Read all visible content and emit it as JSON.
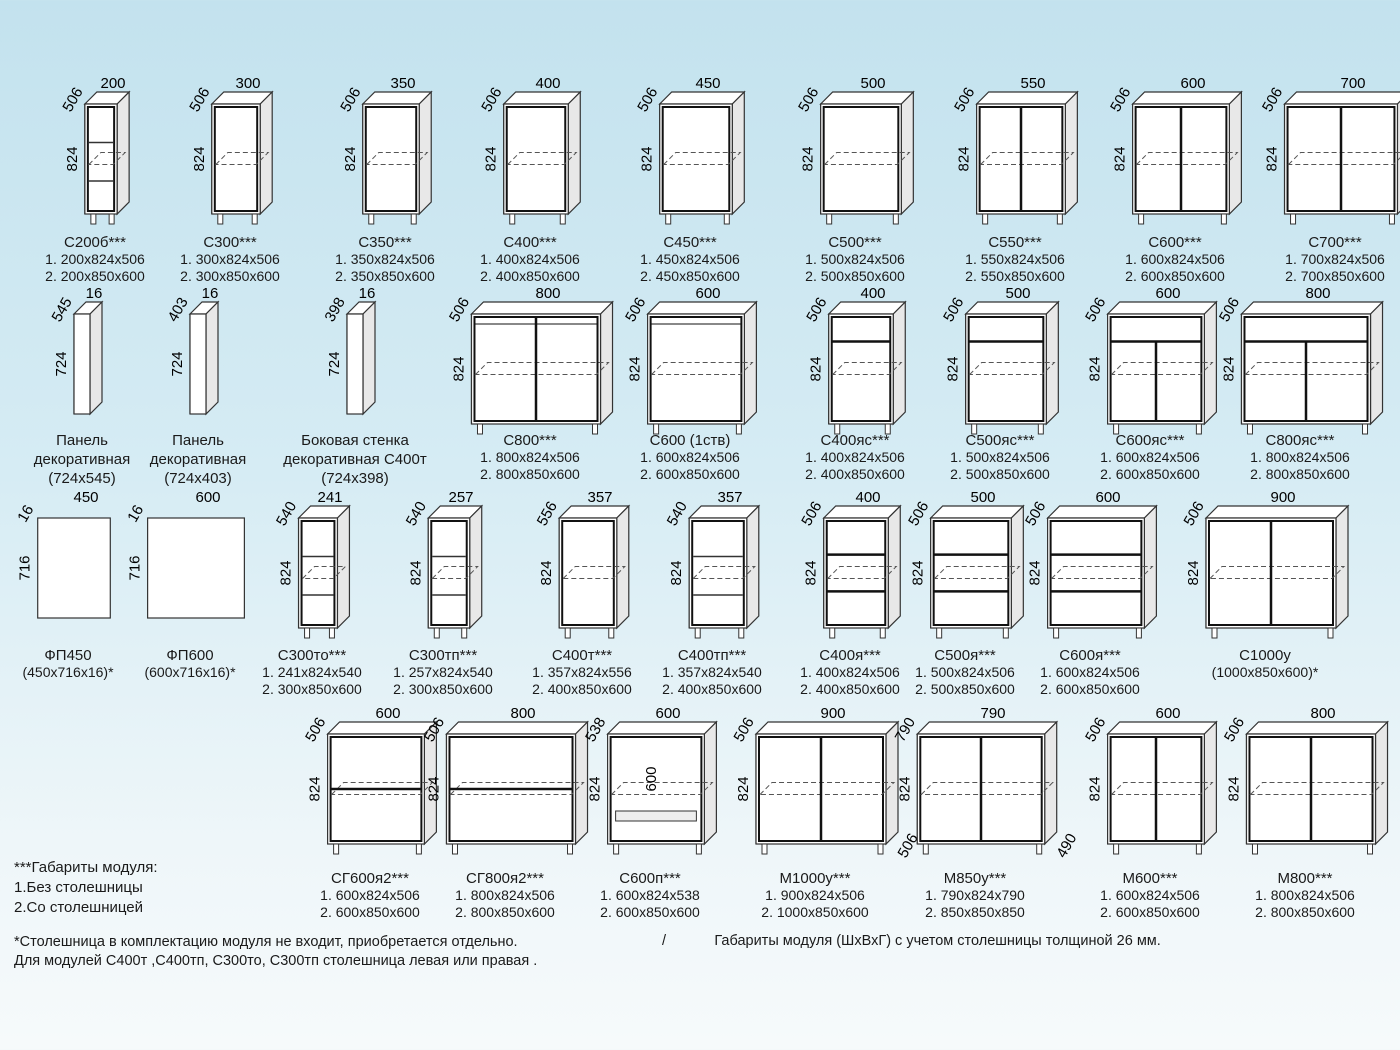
{
  "items": [
    {
      "name": "С200б***",
      "lines": [
        "1. 200x824x506",
        "2. 200x850x600"
      ],
      "dims": {
        "w": "200",
        "d": "506",
        "h": "824"
      },
      "kind": "shelf",
      "doors": 0
    },
    {
      "name": "С300***",
      "lines": [
        "1. 300x824x506",
        "2. 300x850x600"
      ],
      "dims": {
        "w": "300",
        "d": "506",
        "h": "824"
      },
      "kind": "door",
      "doors": 1
    },
    {
      "name": "С350***",
      "lines": [
        "1. 350x824x506",
        "2. 350x850x600"
      ],
      "dims": {
        "w": "350",
        "d": "506",
        "h": "824"
      },
      "kind": "door",
      "doors": 1
    },
    {
      "name": "С400***",
      "lines": [
        "1. 400x824x506",
        "2. 400x850x600"
      ],
      "dims": {
        "w": "400",
        "d": "506",
        "h": "824"
      },
      "kind": "door",
      "doors": 1
    },
    {
      "name": "С450***",
      "lines": [
        "1. 450x824x506",
        "2. 450x850x600"
      ],
      "dims": {
        "w": "450",
        "d": "506",
        "h": "824"
      },
      "kind": "door",
      "doors": 1
    },
    {
      "name": "С500***",
      "lines": [
        "1. 500x824x506",
        "2. 500x850x600"
      ],
      "dims": {
        "w": "500",
        "d": "506",
        "h": "824"
      },
      "kind": "door",
      "doors": 1
    },
    {
      "name": "С550***",
      "lines": [
        "1. 550x824x506",
        "2. 550x850x600"
      ],
      "dims": {
        "w": "550",
        "d": "506",
        "h": "824"
      },
      "kind": "door",
      "doors": 2
    },
    {
      "name": "С600***",
      "lines": [
        "1. 600x824x506",
        "2. 600x850x600"
      ],
      "dims": {
        "w": "600",
        "d": "506",
        "h": "824"
      },
      "kind": "door",
      "doors": 2
    },
    {
      "name": "С700***",
      "lines": [
        "1. 700x824x506",
        "2. 700x850x600"
      ],
      "dims": {
        "w": "700",
        "d": "506",
        "h": "824"
      },
      "kind": "door",
      "doors": 2
    },
    {
      "name": "Панель",
      "lines": [
        "декоративная",
        "(724x545)"
      ],
      "dims": {
        "w": "16",
        "d": "545",
        "h": "724"
      },
      "kind": "panel",
      "doors": 0
    },
    {
      "name": "Панель",
      "lines": [
        "декоративная",
        "(724x403)"
      ],
      "dims": {
        "w": "16",
        "d": "403",
        "h": "724"
      },
      "kind": "panel",
      "doors": 0
    },
    {
      "name": "Боковая стенка",
      "lines": [
        "декоративная С400т",
        "(724x398)"
      ],
      "dims": {
        "w": "16",
        "d": "398",
        "h": "724"
      },
      "kind": "panel",
      "doors": 0
    },
    {
      "name": "С800***",
      "lines": [
        "1. 800x824x506",
        "2. 800x850x600"
      ],
      "dims": {
        "w": "800",
        "d": "506",
        "h": "824"
      },
      "kind": "sink",
      "doors": 2
    },
    {
      "name": "С600 (1ств)",
      "lines": [
        "1. 600x824x506",
        "2. 600x850x600"
      ],
      "dims": {
        "w": "600",
        "d": "506",
        "h": "824"
      },
      "kind": "sink",
      "doors": 1
    },
    {
      "name": "С400яс***",
      "lines": [
        "1. 400x824x506",
        "2. 400x850x600"
      ],
      "dims": {
        "w": "400",
        "d": "506",
        "h": "824"
      },
      "kind": "drawerdoor",
      "doors": 1
    },
    {
      "name": "С500яс***",
      "lines": [
        "1. 500x824x506",
        "2. 500x850x600"
      ],
      "dims": {
        "w": "500",
        "d": "506",
        "h": "824"
      },
      "kind": "drawerdoor",
      "doors": 1
    },
    {
      "name": "С600яс***",
      "lines": [
        "1. 600x824x506",
        "2. 600x850x600"
      ],
      "dims": {
        "w": "600",
        "d": "506",
        "h": "824"
      },
      "kind": "drawerdoor",
      "doors": 2
    },
    {
      "name": "С800яс***",
      "lines": [
        "1. 800x824x506",
        "2. 800x850x600"
      ],
      "dims": {
        "w": "800",
        "d": "506",
        "h": "824"
      },
      "kind": "drawerdoor",
      "doors": 2
    },
    {
      "name": "ФП450",
      "lines": [
        "(450x716x16)*"
      ],
      "dims": {
        "w": "450",
        "d": "16",
        "h": "716"
      },
      "kind": "facade",
      "doors": 0
    },
    {
      "name": "ФП600",
      "lines": [
        "(600x716x16)*"
      ],
      "dims": {
        "w": "600",
        "d": "16",
        "h": "716"
      },
      "kind": "facade",
      "doors": 0
    },
    {
      "name": "С300то***",
      "lines": [
        "1. 241x824x540",
        "2. 300x850x600"
      ],
      "dims": {
        "w": "241",
        "d": "540",
        "h": "824"
      },
      "kind": "openend",
      "doors": 0
    },
    {
      "name": "С300тп***",
      "lines": [
        "1. 257x824x540",
        "2. 300x850x600"
      ],
      "dims": {
        "w": "257",
        "d": "540",
        "h": "824"
      },
      "kind": "openend",
      "doors": 0
    },
    {
      "name": "С400т***",
      "lines": [
        "1. 357x824x556",
        "2. 400x850x600"
      ],
      "dims": {
        "w": "357",
        "d": "556",
        "h": "824"
      },
      "kind": "door",
      "doors": 1
    },
    {
      "name": "С400тп***",
      "lines": [
        "1. 357x824x540",
        "2. 400x850x600"
      ],
      "dims": {
        "w": "357",
        "d": "540",
        "h": "824"
      },
      "kind": "openend",
      "doors": 0
    },
    {
      "name": "С400я***",
      "lines": [
        "1. 400x824x506",
        "2. 400x850x600"
      ],
      "dims": {
        "w": "400",
        "d": "506",
        "h": "824"
      },
      "kind": "drawers",
      "doors": 3
    },
    {
      "name": "С500я***",
      "lines": [
        "1. 500x824x506",
        "2. 500x850x600"
      ],
      "dims": {
        "w": "500",
        "d": "506",
        "h": "824"
      },
      "kind": "drawers",
      "doors": 3
    },
    {
      "name": "С600я***",
      "lines": [
        "1. 600x824x506",
        "2. 600x850x600"
      ],
      "dims": {
        "w": "600",
        "d": "506",
        "h": "824"
      },
      "kind": "drawers",
      "doors": 3
    },
    {
      "name": "С1000у",
      "lines": [
        "(1000x850x600)*"
      ],
      "dims": {
        "w": "900",
        "d": "506",
        "h": "824"
      },
      "kind": "corner",
      "doors": 2
    },
    {
      "name": "СГ600я2***",
      "lines": [
        "1. 600x824x506",
        "2. 600x850x600"
      ],
      "dims": {
        "w": "600",
        "d": "506",
        "h": "824"
      },
      "kind": "drawers",
      "doors": 2
    },
    {
      "name": "СГ800я2***",
      "lines": [
        "1. 800x824x506",
        "2. 800x850x600"
      ],
      "dims": {
        "w": "800",
        "d": "506",
        "h": "824"
      },
      "kind": "drawers",
      "doors": 2
    },
    {
      "name": "С600п***",
      "lines": [
        "1. 600x824x538",
        "2. 600x850x600"
      ],
      "dims": {
        "w": "600",
        "d": "538",
        "h": "824",
        "inner": "600"
      },
      "kind": "oven",
      "doors": 0
    },
    {
      "name": "М1000у***",
      "lines": [
        "1. 900x824x506",
        "2. 1000x850x600"
      ],
      "dims": {
        "w": "900",
        "d": "506",
        "h": "824",
        "extra": "506"
      },
      "kind": "corner",
      "doors": 2
    },
    {
      "name": "М850у***",
      "lines": [
        "1. 790x824x790",
        "2. 850x850x850"
      ],
      "dims": {
        "w": "790",
        "d": "790",
        "h": "824",
        "extra": "490"
      },
      "kind": "corner",
      "doors": 2
    },
    {
      "name": "М600***",
      "lines": [
        "1. 600x824x506",
        "2. 600x850x600"
      ],
      "dims": {
        "w": "600",
        "d": "506",
        "h": "824"
      },
      "kind": "door",
      "doors": 2
    },
    {
      "name": "М800***",
      "lines": [
        "1. 800x824x506",
        "2. 800x850x600"
      ],
      "dims": {
        "w": "800",
        "d": "506",
        "h": "824"
      },
      "kind": "door",
      "doors": 2
    }
  ],
  "legend": {
    "title": "***Габариты модуля:",
    "l1": "1.Без столешницы",
    "l2": "2.Со столешницей"
  },
  "footnote": {
    "line1": "*Столешница в комплектацию модуля не входит, приобретается отдельно.",
    "sep": "/",
    "line1b": "Габариты модуля (ШхВхГ) с учетом столешницы толщиной 26 мм.",
    "line2": "Для модулей С400т ,С400тп, С300то, С300тп столешница левая или правая ."
  }
}
